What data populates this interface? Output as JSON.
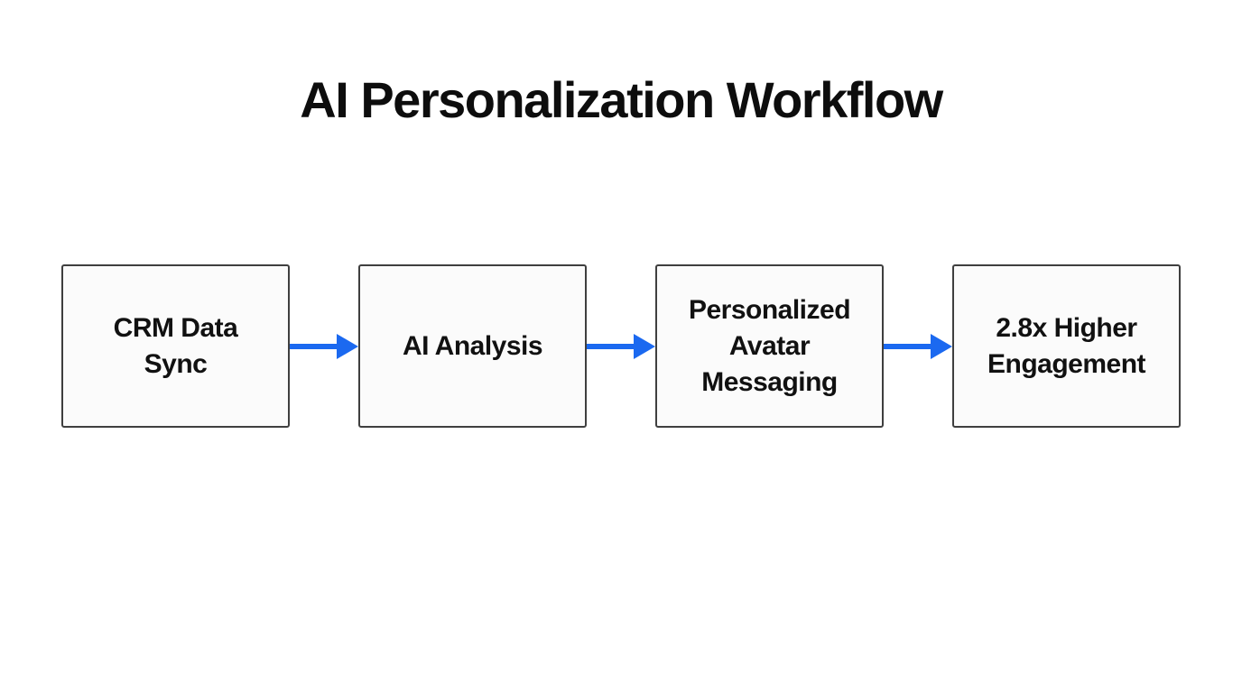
{
  "title": "AI Personalization Workflow",
  "colors": {
    "background": "#ffffff",
    "arrow": "#1b69f0",
    "node_border": "#3f3f3f",
    "node_fill": "#fbfbfb",
    "text": "#111111"
  },
  "flow": {
    "nodes": [
      {
        "id": "crm-data-sync",
        "label": "CRM Data\nSync"
      },
      {
        "id": "ai-analysis",
        "label": "AI Analysis"
      },
      {
        "id": "personalized-avatar-messaging",
        "label": "Personalized\nAvatar\nMessaging"
      },
      {
        "id": "higher-engagement",
        "label": "2.8x Higher\nEngagement"
      }
    ],
    "connections": [
      {
        "from": "crm-data-sync",
        "to": "ai-analysis"
      },
      {
        "from": "ai-analysis",
        "to": "personalized-avatar-messaging"
      },
      {
        "from": "personalized-avatar-messaging",
        "to": "higher-engagement"
      }
    ]
  }
}
